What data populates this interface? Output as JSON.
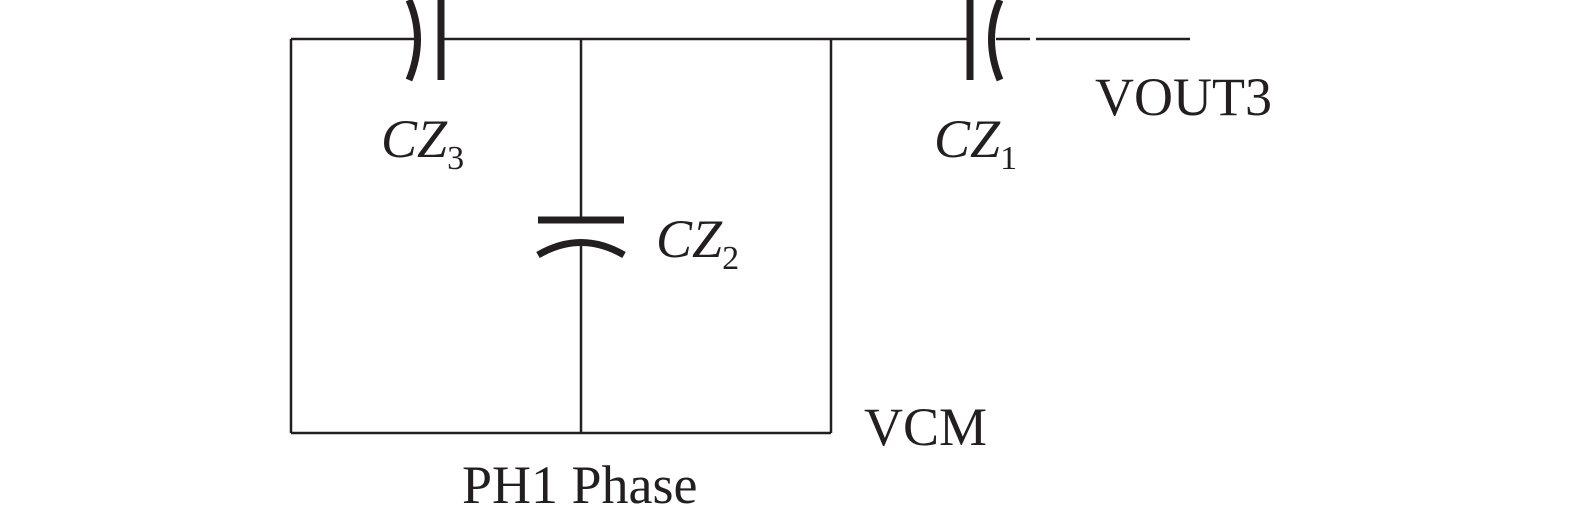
{
  "diagram": {
    "components": [
      {
        "name": "CZ",
        "subscript": "3"
      },
      {
        "name": "CZ",
        "subscript": "2"
      },
      {
        "name": "CZ",
        "subscript": "1"
      }
    ],
    "nodes": {
      "output": "VOUT3",
      "common_mode": "VCM"
    },
    "caption": "PH1 Phase",
    "colors": {
      "ink": "#231f20",
      "background": "#ffffff"
    }
  }
}
